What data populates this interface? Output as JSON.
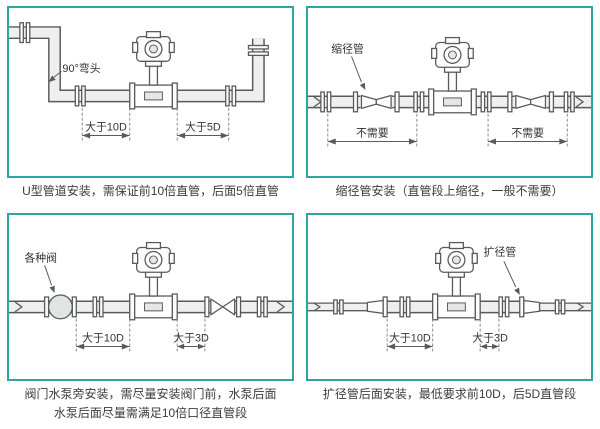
{
  "colors": {
    "frame_border": "#2ea6a0",
    "diagram_stroke": "#5a5a5a",
    "caption_text": "#3c3c3c"
  },
  "panels": [
    {
      "id": "u-type",
      "caption": "U型管道安装，需保证前10倍直管，后面5倍直管",
      "labels": {
        "callout": "90°弯头",
        "dim_left": "大于10D",
        "dim_right": "大于5D"
      }
    },
    {
      "id": "reducer",
      "caption": "缩径管安装（直管段上缩径，一般不需要）",
      "labels": {
        "callout": "缩径管",
        "dim_left": "不需要",
        "dim_right": "不需要"
      }
    },
    {
      "id": "valve-pump",
      "caption": "阀门水泵旁安装，需尽量安装阀门前，水泵后面",
      "caption2": "水泵后面尽量需满足10倍口径直管段",
      "labels": {
        "callout": "各种阀",
        "dim_left": "大于10D",
        "dim_right": "大于3D"
      }
    },
    {
      "id": "expander",
      "caption": "扩径管后面安装，最低要求前10D，后5D直管段",
      "labels": {
        "callout": "扩径管",
        "dim_left": "大于10D",
        "dim_right": "大于3D"
      }
    }
  ]
}
